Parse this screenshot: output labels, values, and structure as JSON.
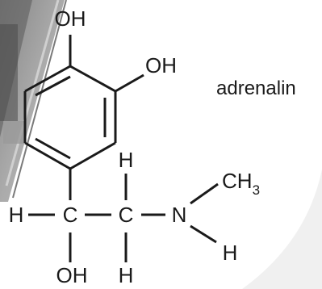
{
  "molecule": {
    "name": "adrenalin",
    "atoms": {
      "oh_top": "OH",
      "oh_right": "OH",
      "h_left": "H",
      "c1": "C",
      "c2": "C",
      "n": "N",
      "h_above_c2": "H",
      "h_below_c2": "H",
      "oh_below_c1": "OH",
      "ch3_main": "CH",
      "ch3_sub": "3",
      "h_on_n": "H"
    }
  },
  "colors": {
    "ink": "#1a1a1a",
    "background": "#ffffff",
    "photo_gray": "#8a8a8a"
  }
}
